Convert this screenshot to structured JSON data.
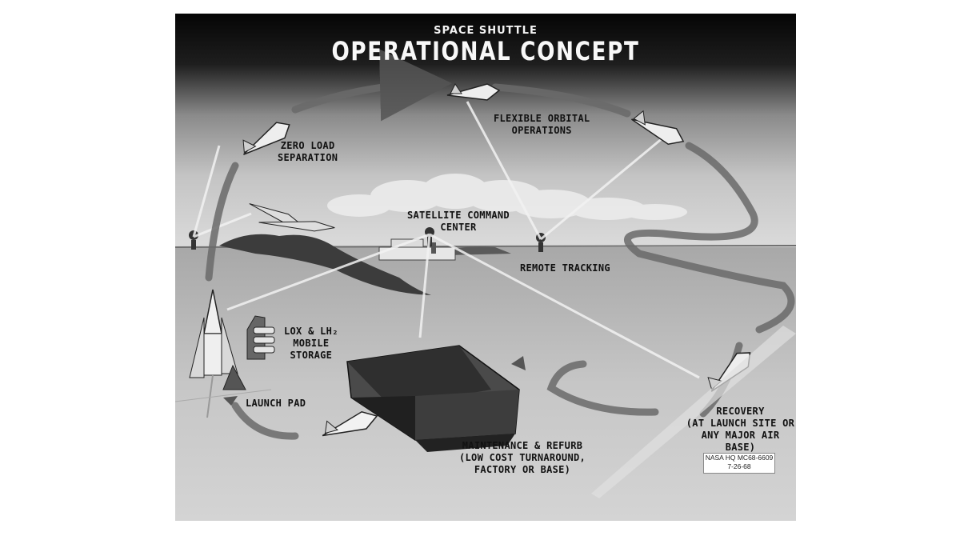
{
  "title": {
    "subtitle": "SPACE SHUTTLE",
    "main": "OPERATIONAL CONCEPT"
  },
  "labels": {
    "zero_load_separation": "ZERO LOAD\nSEPARATION",
    "flexible_orbital_operations": "FLEXIBLE ORBITAL\nOPERATIONS",
    "satellite_command_center": "SATELLITE COMMAND\nCENTER",
    "remote_tracking": "REMOTE TRACKING",
    "lox_lh2_mobile_storage": "LOX & LH₂\nMOBILE\nSTORAGE",
    "launch_pad": "LAUNCH PAD",
    "recovery": "RECOVERY\n(AT LAUNCH SITE OR\nANY MAJOR AIR BASE)",
    "maintenance_refurb": "MAINTENANCE & REFURB\n(LOW COST TURNAROUND,\nFACTORY OR BASE)"
  },
  "stamp": {
    "line1": "NASA HQ MC68-6609",
    "line2": "7-26-68"
  }
}
